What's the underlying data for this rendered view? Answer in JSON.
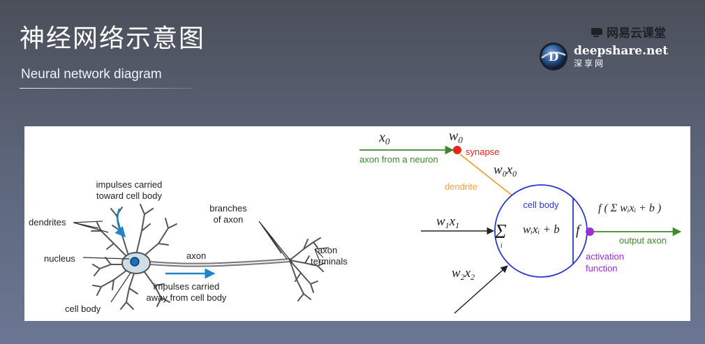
{
  "header": {
    "title_cn": "神经网络示意图",
    "title_en": "Neural network diagram"
  },
  "brand": {
    "wangyi_label": "网易云课堂",
    "deepshare_name": "deepshare.net",
    "deepshare_cn": "深享网",
    "logo_letter": "D"
  },
  "neuron_bio": {
    "impulses_toward": [
      "impulses carried",
      "toward cell body"
    ],
    "dendrites": "dendrites",
    "nucleus": "nucleus",
    "cell_body": "cell body",
    "branches": [
      "branches",
      "of axon"
    ],
    "axon": "axon",
    "axon_terminals": [
      "axon",
      "terminals"
    ],
    "impulses_away": [
      "impulses carried",
      "away from cell body"
    ]
  },
  "neuron_model": {
    "x0": "x",
    "x0_sub": "0",
    "w0": "w",
    "w0_sub": "0",
    "synapse": "synapse",
    "axon_from_neuron": "axon from a neuron",
    "w0x0": "w",
    "w0x0_sub1": "0",
    "w0x0_mid": "x",
    "w0x0_sub2": "0",
    "dendrite": "dendrite",
    "cell_body": "cell body",
    "w1x1": "w",
    "w1x1_sub1": "1",
    "w1x1_mid": "x",
    "w1x1_sub2": "1",
    "sum_expr": "wᵢxᵢ + b",
    "sum_sigma": "Σ",
    "sum_index": "i",
    "f_label": "f",
    "w2x2": "w",
    "w2x2_sub1": "2",
    "w2x2_mid": "x",
    "w2x2_sub2": "2",
    "out_formula": "f ( Σ wᵢxᵢ + b )",
    "output_axon": "output axon",
    "activation_function": [
      "activation",
      "function"
    ]
  },
  "colors": {
    "synapse_red": "#e8231c",
    "axon_green": "#3d8a2d",
    "dendrite_orange": "#f4a23a",
    "cell_blue": "#2b36d4",
    "activation_purple": "#9b2fd8",
    "impulse_blue": "#1d86c8"
  },
  "icons": [
    "monitor-icon",
    "deepshare-logo"
  ]
}
